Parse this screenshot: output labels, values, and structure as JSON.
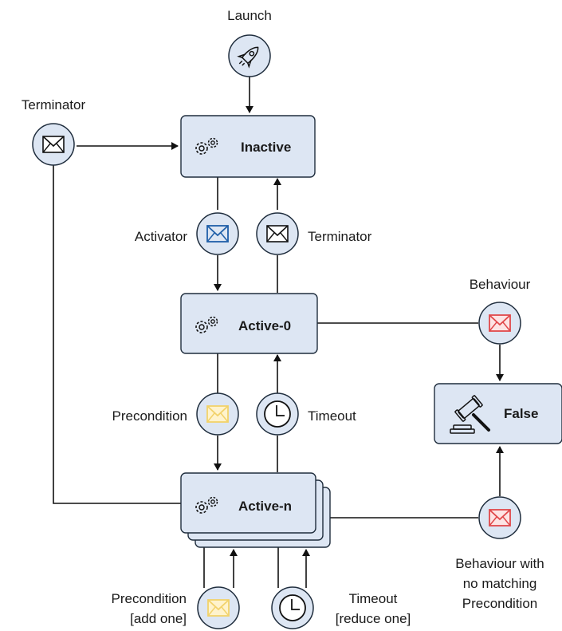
{
  "nodes": {
    "launch": "Launch",
    "inactive": "Inactive",
    "active0": "Active-0",
    "activen": "Active-n",
    "false": "False"
  },
  "events": {
    "terminator_top": "Terminator",
    "activator": "Activator",
    "terminator_mid": "Terminator",
    "behaviour": "Behaviour",
    "precondition": "Precondition",
    "timeout": "Timeout",
    "behaviour_nomatch": [
      "Behaviour with",
      "no matching",
      "Precondition"
    ],
    "precondition_add": [
      "Precondition",
      "[add one]"
    ],
    "timeout_reduce": [
      "Timeout",
      "[reduce one]"
    ]
  },
  "colors": {
    "box_fill": "#dde6f3",
    "stroke": "#1f2d3d",
    "envelope_blue": "#1f5fa8",
    "envelope_black": "#111111",
    "envelope_red": "#e0484a",
    "envelope_yellow": "#f2d26a"
  },
  "icons": {
    "launch": "rocket-icon",
    "state": "gears-icon",
    "false": "gavel-icon",
    "message": "envelope-icon",
    "timer": "clock-icon"
  }
}
